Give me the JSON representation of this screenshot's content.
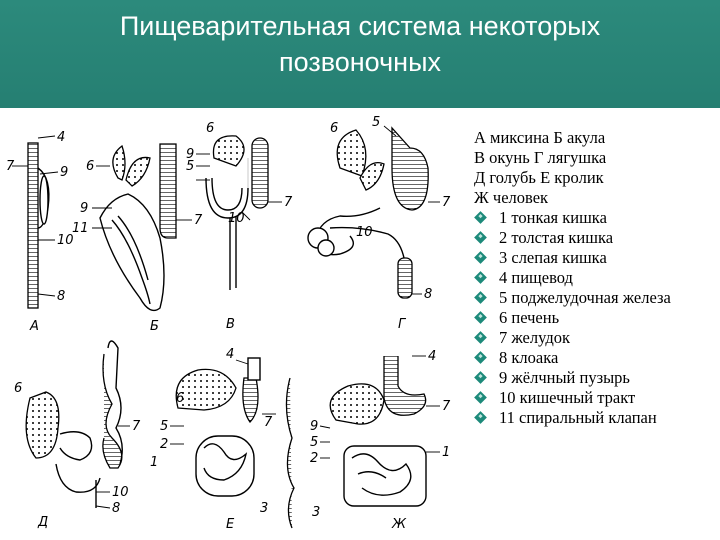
{
  "slide": {
    "title_line1": "Пищеварительная система некоторых",
    "title_line2": "позвоночных"
  },
  "legend": {
    "species": [
      "А миксина Б акула",
      "В окунь Г лягушка",
      "Д голубь Е кролик",
      "Ж человек"
    ],
    "items": [
      {
        "text": "1 тонкая кишка"
      },
      {
        "text": "2 толстая кишка"
      },
      {
        "text": "3 слепая кишка"
      },
      {
        "text": "4 пищевод"
      },
      {
        "text": "5 поджелудочная железа"
      },
      {
        "text": "6 печень"
      },
      {
        "text": "7 желудок"
      },
      {
        "text": "8 клоака"
      },
      {
        "text": "9 жёлчный пузырь"
      },
      {
        "text": "10 кишечный тракт"
      },
      {
        "text": "11 спиральный клапан"
      }
    ]
  },
  "figure_labels": {
    "A": "А",
    "B": "Б",
    "V": "В",
    "G": "Г",
    "D": "Д",
    "E": "Е",
    "Zh": "Ж",
    "n1": "1",
    "n2": "2",
    "n3": "3",
    "n4": "4",
    "n5": "5",
    "n6": "6",
    "n7": "7",
    "n8": "8",
    "n9": "9",
    "n10": "10",
    "n11": "11"
  },
  "colors": {
    "background": "#1e7a6e",
    "title": "#ffffff",
    "bullet": "#1d8a7a"
  }
}
